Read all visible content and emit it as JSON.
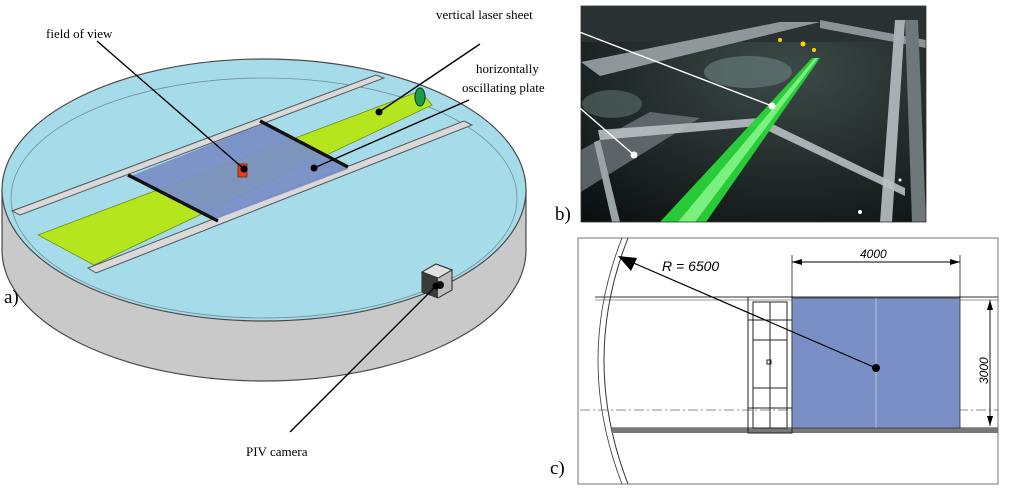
{
  "panel_a": {
    "label": "a)",
    "callouts": {
      "field_of_view": "field of view",
      "laser_sheet": "vertical laser sheet",
      "plate_line1": "horizontally",
      "plate_line2": "oscillating plate",
      "camera": "PIV camera"
    }
  },
  "panel_b": {
    "label": "b)"
  },
  "panel_c": {
    "label": "c)",
    "radius_label": "R = 6500",
    "width_dim": "4000",
    "height_dim": "3000"
  },
  "colors": {
    "water": "#a6dcea",
    "tank_wall": "#c9c9c9",
    "laser": "#b5e61d",
    "fov_plate": "#7a8fc6",
    "marker": "#e0401a"
  }
}
